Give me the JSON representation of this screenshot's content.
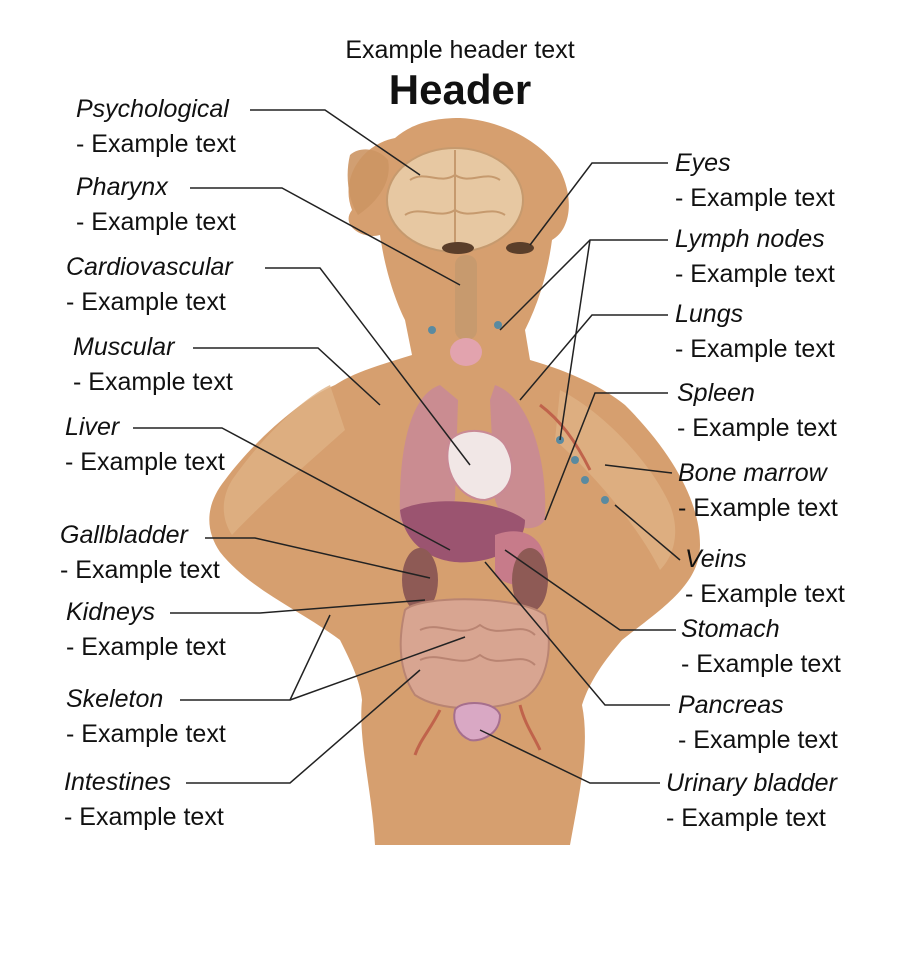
{
  "header": {
    "subtitle": "Example header text",
    "title": "Header"
  },
  "colors": {
    "silhouette": "#d69f6f",
    "hair": "#cc9563",
    "organ": "#c97f8f",
    "brain": "#e7c8a2",
    "line": "#222222"
  },
  "labels_left": [
    {
      "name": "Psychological",
      "desc": "- Example text"
    },
    {
      "name": "Pharynx",
      "desc": "- Example text"
    },
    {
      "name": "Cardiovascular",
      "desc": "- Example text"
    },
    {
      "name": "Muscular",
      "desc": "- Example text"
    },
    {
      "name": "Liver",
      "desc": "- Example text"
    },
    {
      "name": "Gallbladder",
      "desc": "- Example text"
    },
    {
      "name": "Kidneys",
      "desc": "- Example text"
    },
    {
      "name": "Skeleton",
      "desc": "- Example text"
    },
    {
      "name": "Intestines",
      "desc": "- Example text"
    }
  ],
  "labels_right": [
    {
      "name": "Eyes",
      "desc": "- Example text"
    },
    {
      "name": "Lymph nodes",
      "desc": "- Example text"
    },
    {
      "name": "Lungs",
      "desc": "- Example text"
    },
    {
      "name": "Spleen",
      "desc": "- Example text"
    },
    {
      "name": "Bone marrow",
      "desc": "- Example text"
    },
    {
      "name": "Veins",
      "desc": "- Example text"
    },
    {
      "name": "Stomach",
      "desc": "- Example text"
    },
    {
      "name": "Pancreas",
      "desc": "- Example text"
    },
    {
      "name": "Urinary bladder",
      "desc": "- Example text"
    }
  ]
}
